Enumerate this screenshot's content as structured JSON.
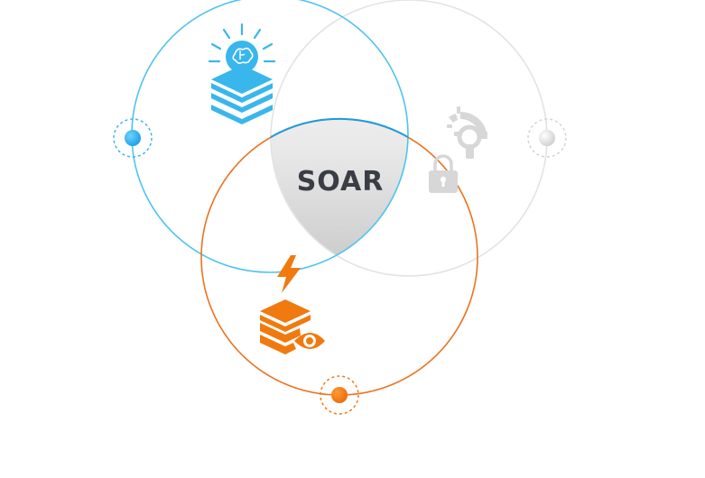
{
  "diagram": {
    "center_label": "SOAR",
    "colors": {
      "blue": "#39b6ec",
      "blue_stroke": "#4fc3f1",
      "blue_accent": "#1a9ce0",
      "orange": "#f07a10",
      "orange_stroke": "#ea7420",
      "gray": "#d7d7d7",
      "gray_stroke": "#e2e2e2",
      "center_fill_top": "#f7f7f7",
      "center_fill_bottom": "#cfcfcf",
      "text": "#3a3d44"
    },
    "circles": [
      {
        "name": "blue-circle",
        "icon": "brain-bulb-layers-icon"
      },
      {
        "name": "gray-circle",
        "icon": "gear-lock-icon"
      },
      {
        "name": "orange-circle",
        "icon": "bolt-layers-eye-icon"
      }
    ]
  }
}
